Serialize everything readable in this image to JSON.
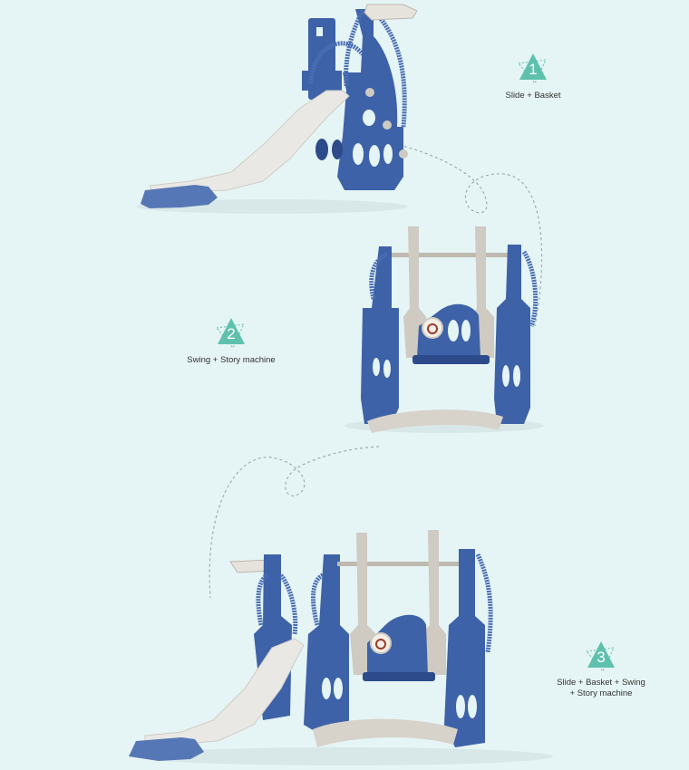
{
  "colors": {
    "background": "#e5f4f4",
    "accent_teal": "#5fc1ad",
    "frame_blue": "#3e62a8",
    "frame_blue_dark": "#2d4b8a",
    "slide_white": "#e9e8e4",
    "swing_grey": "#cfcac2",
    "label_text": "#333333",
    "dashed_line": "#9aa7ab"
  },
  "options": [
    {
      "number": "1",
      "label": "Slide + Basket",
      "icon": "triangle-badge-icon"
    },
    {
      "number": "2",
      "label": "Swing + Story machine",
      "icon": "triangle-badge-icon"
    },
    {
      "number": "3",
      "label_line1": "Slide + Basket + Swing",
      "label_line2": "+ Story machine",
      "icon": "triangle-badge-icon"
    }
  ],
  "illustrations": [
    {
      "name": "slide-with-basket"
    },
    {
      "name": "swing-with-story-machine"
    },
    {
      "name": "slide-basket-swing-combo"
    }
  ]
}
